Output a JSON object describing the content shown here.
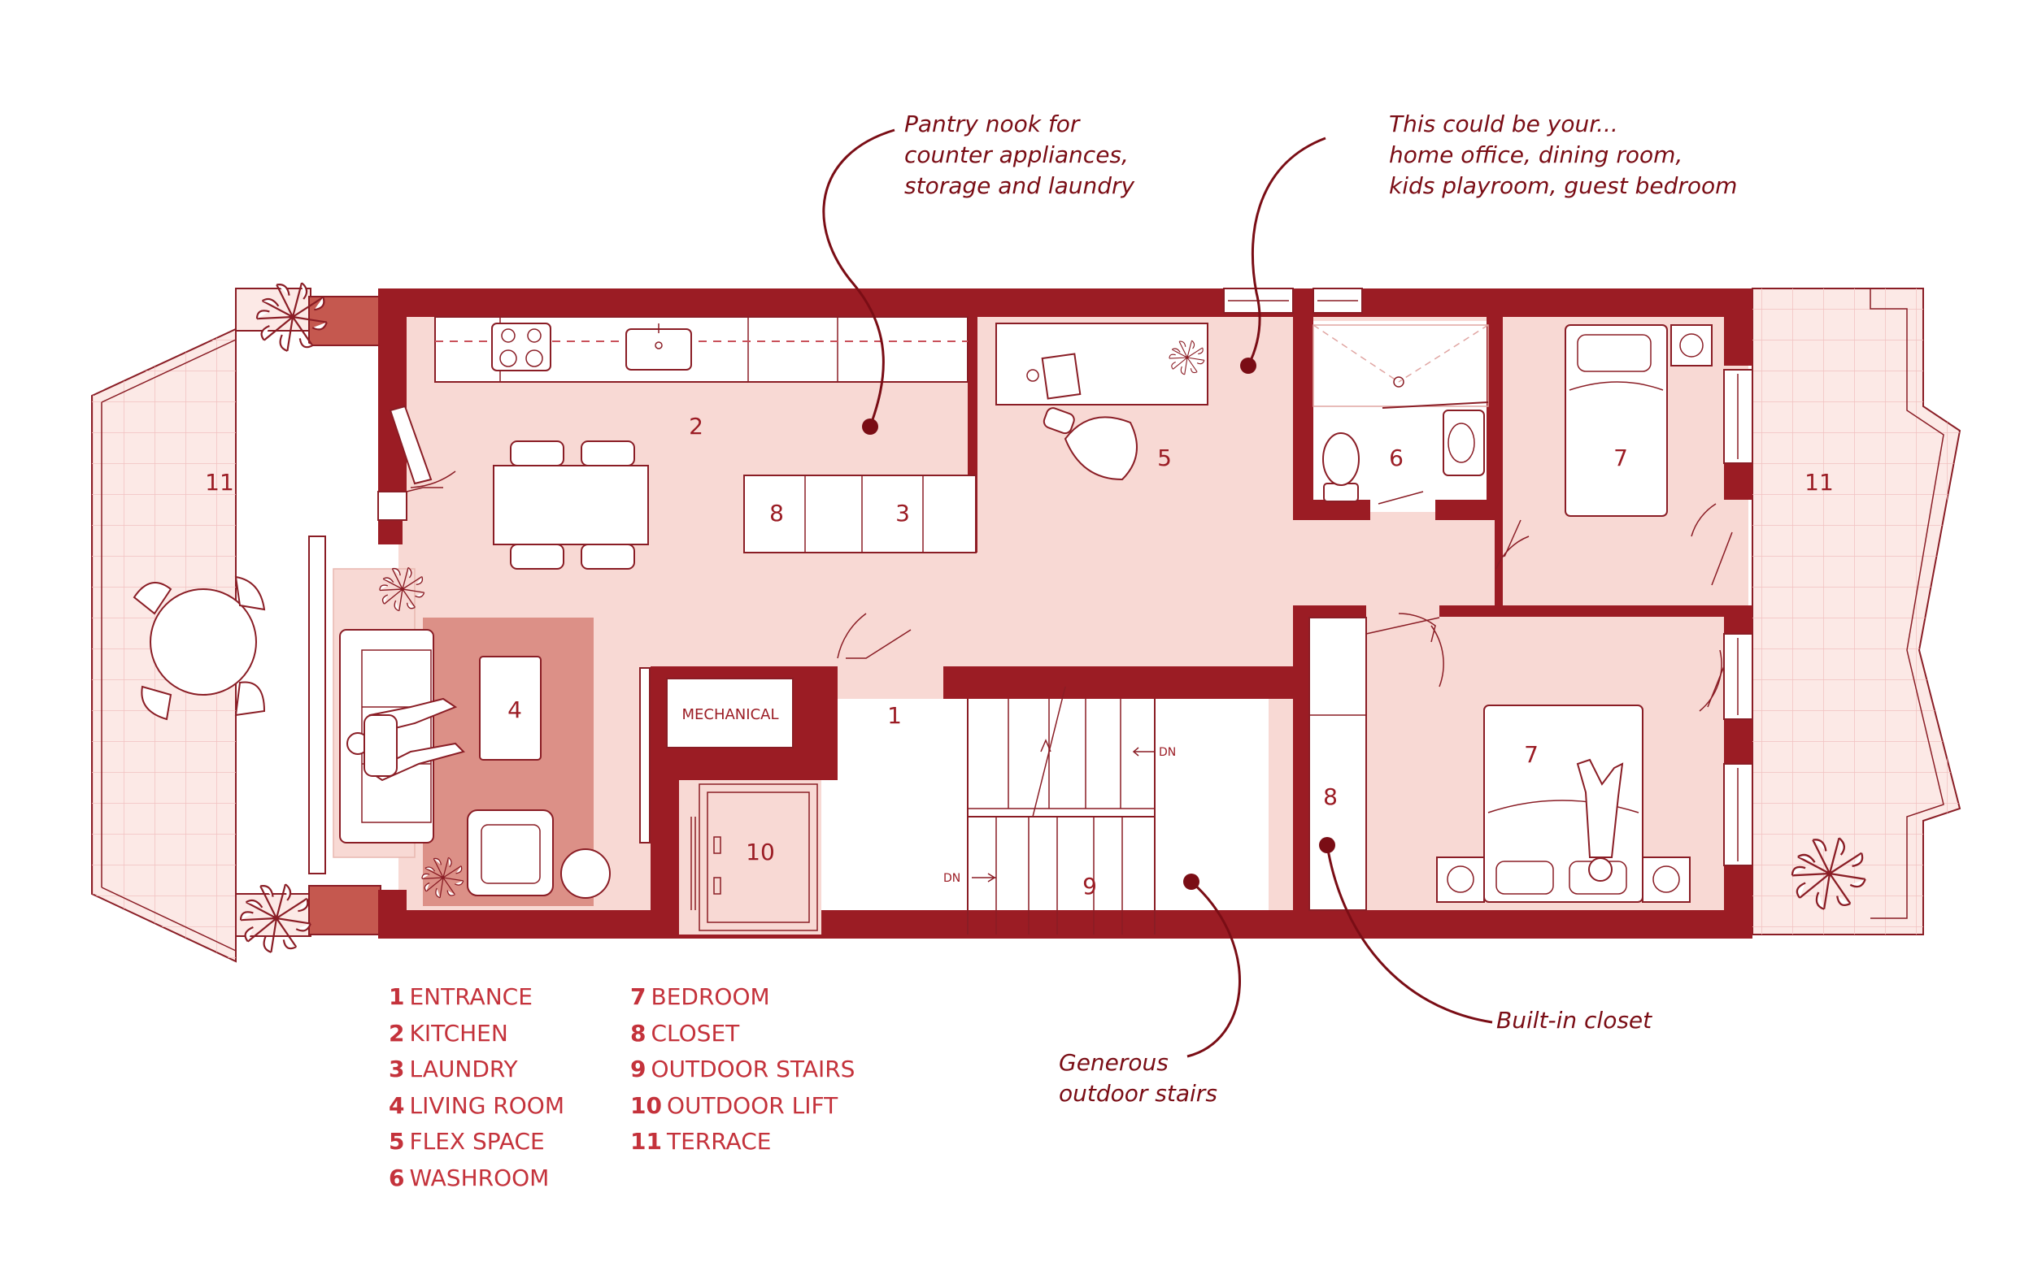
{
  "colors": {
    "wall": "#9b1c24",
    "floor": "#f8d9d4",
    "rug": "#dc9087",
    "terrace": "#fce9e6",
    "line": "#8a1d25",
    "annotation": "#7a0d15",
    "legend": "#c4323b"
  },
  "room_labels": {
    "entrance": "1",
    "kitchen": "2",
    "laundry": "3",
    "living_room": "4",
    "flex_space": "5",
    "washroom": "6",
    "bedroom_top": "7",
    "bedroom_bottom": "7",
    "closet_kitchen": "8",
    "closet_bedroom": "8",
    "outdoor_stairs": "9",
    "outdoor_lift": "10",
    "terrace_left": "11",
    "terrace_right": "11",
    "mechanical": "MECHANICAL"
  },
  "stair_marks": {
    "dn_upper": "DN",
    "dn_lower": "DN"
  },
  "annotations": {
    "pantry": [
      "Pantry nook for",
      "counter appliances,",
      "storage and laundry"
    ],
    "flex": [
      "This could be your...",
      "home office, dining room,",
      "kids playroom, guest bedroom"
    ],
    "stairs": [
      "Generous",
      "outdoor stairs"
    ],
    "closet": [
      "Built-in closet"
    ]
  },
  "legend": {
    "col1": [
      {
        "num": "1",
        "label": "ENTRANCE"
      },
      {
        "num": "2",
        "label": "KITCHEN"
      },
      {
        "num": "3",
        "label": "LAUNDRY"
      },
      {
        "num": "4",
        "label": "LIVING ROOM"
      },
      {
        "num": "5",
        "label": "FLEX SPACE"
      },
      {
        "num": "6",
        "label": "WASHROOM"
      }
    ],
    "col2": [
      {
        "num": "7",
        "label": "BEDROOM"
      },
      {
        "num": "8",
        "label": "CLOSET"
      },
      {
        "num": "9",
        "label": "OUTDOOR STAIRS"
      },
      {
        "num": "10",
        "label": "OUTDOOR LIFT"
      },
      {
        "num": "11",
        "label": "TERRACE"
      }
    ]
  },
  "icons": [
    "plant-icon",
    "dining-table-icon",
    "sofa-icon",
    "person-icon",
    "bed-icon",
    "toilet-icon",
    "sink-icon",
    "stove-icon",
    "chair-icon",
    "lamp-icon"
  ]
}
